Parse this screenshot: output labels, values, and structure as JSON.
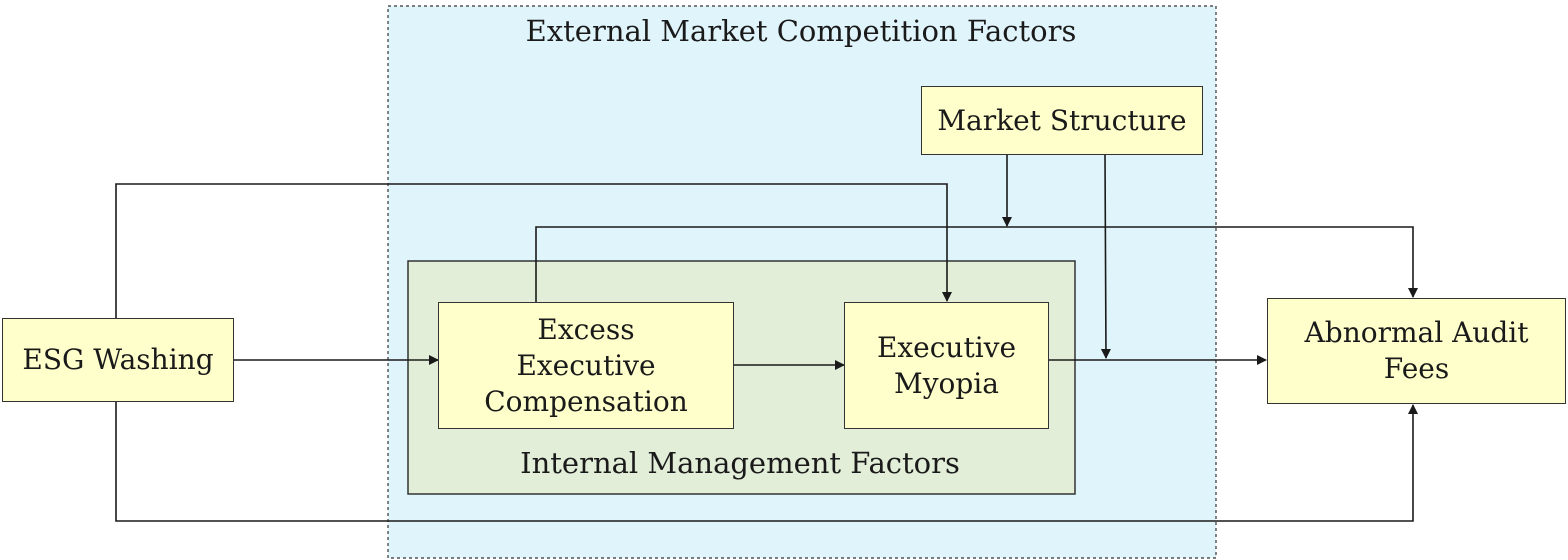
{
  "regions": {
    "external": {
      "label": "External Market Competition Factors",
      "fill": "#e0f4fb"
    },
    "internal": {
      "label": "Internal Management Factors",
      "fill": "#e3eed9"
    }
  },
  "nodes": {
    "esg_washing": {
      "label": "ESG Washing"
    },
    "excess_comp": {
      "label": "Excess Executive Compensation"
    },
    "myopia": {
      "label": "Executive Myopia"
    },
    "audit_fees": {
      "label": "Abnormal Audit Fees"
    },
    "market_structure": {
      "label": "Market Structure"
    }
  },
  "colors": {
    "node_fill": "#ffffcc",
    "line": "#1a1a1a"
  }
}
